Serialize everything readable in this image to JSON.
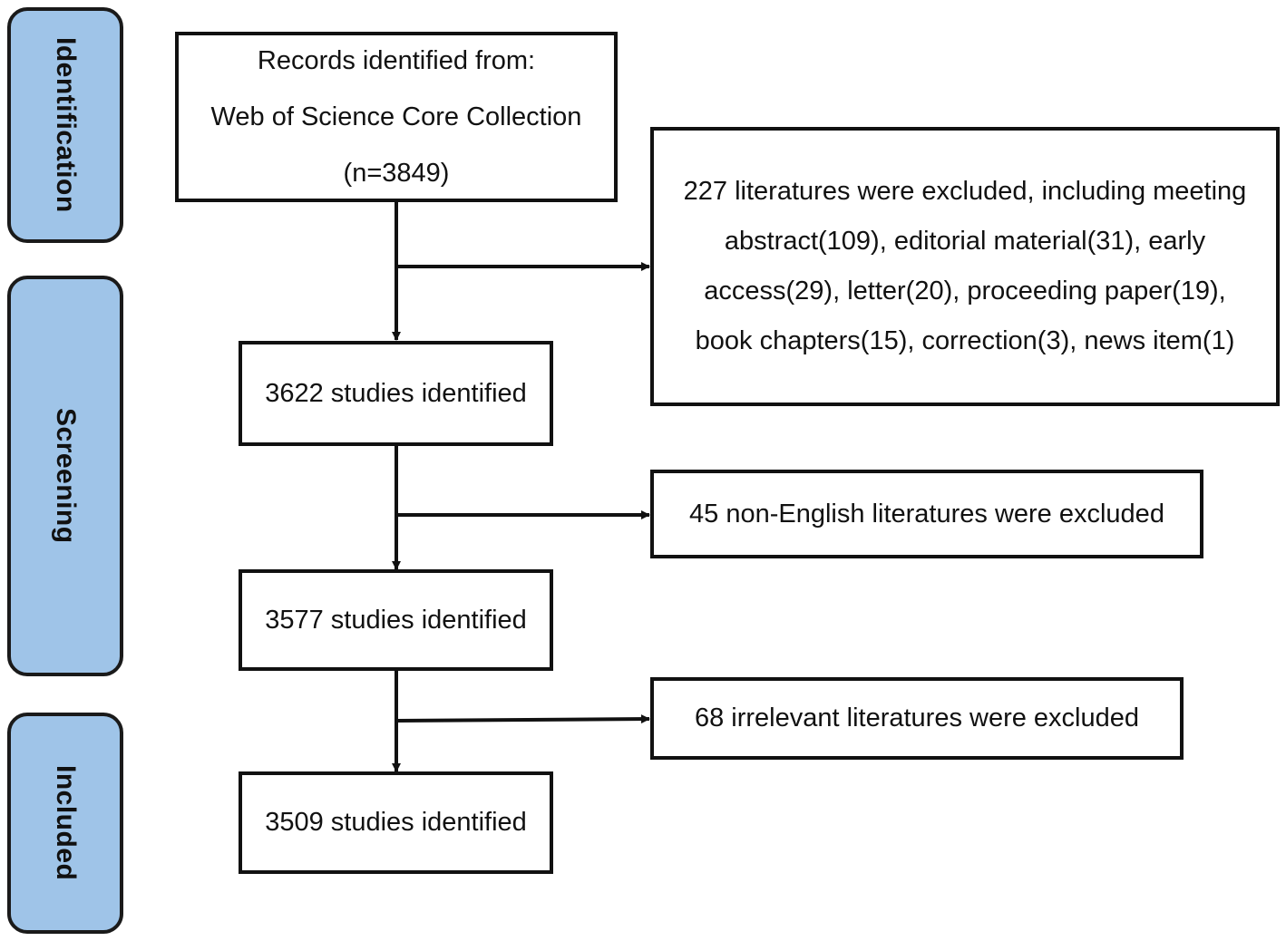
{
  "colors": {
    "stage_fill": "#9fc4e8",
    "stroke": "#111111"
  },
  "stages": {
    "identification": "Identification",
    "screening": "Screening",
    "included": "Included"
  },
  "records_box": {
    "line1": "Records identified from:",
    "line2": "Web of Science Core Collection",
    "line3": "(n=3849)"
  },
  "exclusion_1": {
    "line1": "227 literatures were excluded, including meeting",
    "line2": "abstract(109), editorial material(31), early",
    "line3": "access(29), letter(20), proceeding paper(19),",
    "line4": "book chapters(15), correction(3), news item(1)"
  },
  "studies_1": "3622 studies identified",
  "exclusion_2": "45 non-English literatures were excluded",
  "studies_2": "3577 studies identified",
  "exclusion_3": "68 irrelevant literatures were excluded",
  "studies_3": "3509 studies identified"
}
